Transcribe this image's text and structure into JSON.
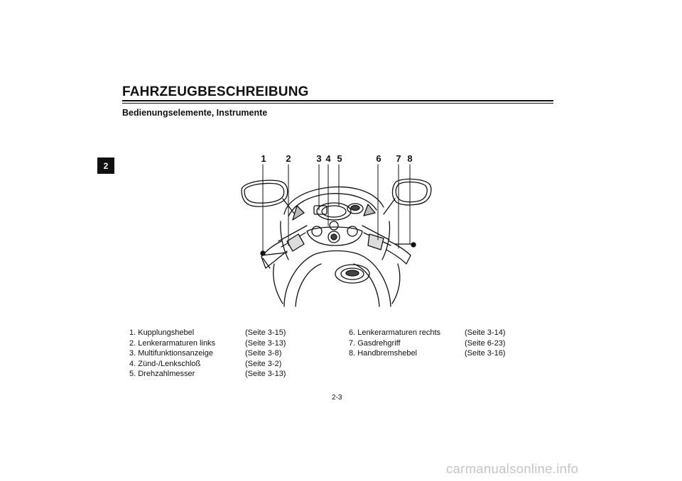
{
  "header": {
    "title": "FAHRZEUGBESCHREIBUNG",
    "subtitle": "Bedienungselemente, Instrumente"
  },
  "chapter_tab": "2",
  "figure": {
    "callouts": [
      "1",
      "2",
      "3",
      "4",
      "5",
      "6",
      "7",
      "8"
    ]
  },
  "legend": {
    "left": [
      {
        "name": "1. Kupplungshebel",
        "page": "(Seite 3-15)"
      },
      {
        "name": "2. Lenkerarmaturen links",
        "page": "(Seite 3-13)"
      },
      {
        "name": "3. Multifunktionsanzeige",
        "page": "(Seite 3-8)"
      },
      {
        "name": "4. Zünd-/Lenkschloß",
        "page": "(Seite 3-2)"
      },
      {
        "name": "5. Drehzahlmesser",
        "page": "(Seite 3-13)"
      }
    ],
    "right": [
      {
        "name": "6. Lenkerarmaturen rechts",
        "page": "(Seite 3-14)"
      },
      {
        "name": "7. Gasdrehgriff",
        "page": "(Seite 6-23)"
      },
      {
        "name": "8. Handbremshebel",
        "page": "(Seite 3-16)"
      }
    ]
  },
  "page_number": "2-3",
  "watermark": "carmanualsonline.info"
}
